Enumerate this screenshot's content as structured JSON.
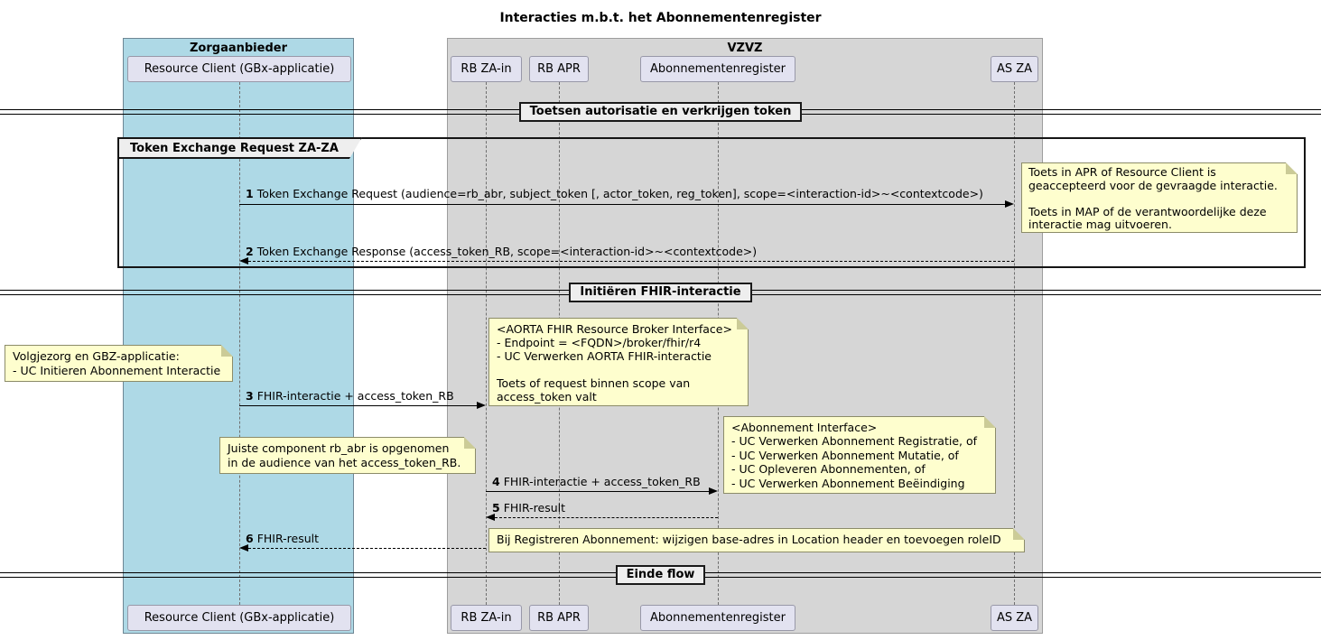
{
  "title": "Interacties m.b.t. het Abonnementenregister",
  "boxes": {
    "zorgaanbieder": {
      "label": "Zorgaanbieder"
    },
    "vzvz": {
      "label": "VZVZ"
    }
  },
  "participants": [
    {
      "label": "Resource Client (GBx-applicatie)"
    },
    {
      "label": "RB ZA-in"
    },
    {
      "label": "RB APR"
    },
    {
      "label": "Abonnementenregister"
    },
    {
      "label": "AS ZA"
    }
  ],
  "dividers": [
    {
      "label": "Toetsen autorisatie en verkrijgen token"
    },
    {
      "label": "Initiëren FHIR-interactie"
    },
    {
      "label": "Einde flow"
    }
  ],
  "frame": {
    "label": "Token Exchange Request ZA-ZA"
  },
  "messages": [
    {
      "num": "1",
      "text": "Token Exchange Request (audience=rb_abr, subject_token [, actor_token, reg_token], scope=<interaction-id>~<contextcode>)"
    },
    {
      "num": "2",
      "text": "Token Exchange Response (access_token_RB, scope=<interaction-id>~<contextcode>)"
    },
    {
      "num": "3",
      "text": "FHIR-interactie + access_token_RB"
    },
    {
      "num": "4",
      "text": "FHIR-interactie + access_token_RB"
    },
    {
      "num": "5",
      "text": "FHIR-result"
    },
    {
      "num": "6",
      "text": "FHIR-result"
    }
  ],
  "notes": [
    {
      "text": "Toets in APR of Resource Client is\ngeaccepteerd voor de gevraagde interactie.\n\nToets in MAP of de verantwoordelijke deze\ninteractie mag uitvoeren."
    },
    {
      "text": "<AORTA FHIR Resource Broker Interface>\n- Endpoint = <FQDN>/broker/fhir/r4\n- UC Verwerken AORTA FHIR-interactie\n\nToets of request binnen scope van\naccess_token valt"
    },
    {
      "text": "Volgjezorg en GBZ-applicatie:\n- UC Initieren Abonnement Interactie"
    },
    {
      "text": "Juiste component rb_abr is opgenomen\nin de audience van het access_token_RB."
    },
    {
      "text": "<Abonnement Interface>\n- UC Verwerken Abonnement Registratie, of\n- UC Verwerken Abonnement Mutatie, of\n- UC Opleveren Abonnementen, of\n- UC Verwerken Abonnement Beëindiging"
    },
    {
      "text": "Bij Registreren Abonnement: wijzigen base-adres in Location header en toevoegen roleID"
    }
  ],
  "colors": {
    "note_bg": "#FEFECE",
    "participant_bg": "#E2E2F0",
    "zorgaanbieder_bg": "#AED9E6",
    "vzvz_bg": "#D6D6D6",
    "divider_bg": "#EEEEEE"
  }
}
